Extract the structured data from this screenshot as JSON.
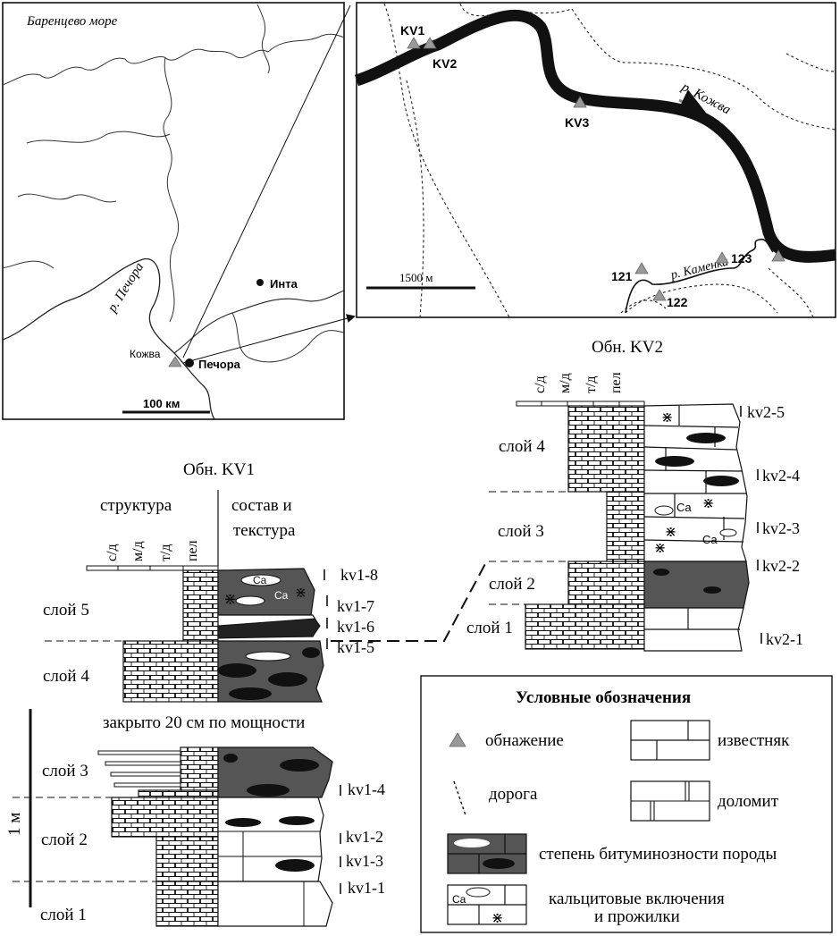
{
  "overview_map": {
    "sea_label": "Баренцево море",
    "river_label": "р. Печора",
    "city_inta": "Инта",
    "city_pechora": "Печора",
    "site_kozhva": "Кожва",
    "scale_label": "100 км"
  },
  "detail_map": {
    "sites": [
      "KV1",
      "KV2",
      "KV3",
      "121",
      "122",
      "123"
    ],
    "river_kozhva": "р. Кожва",
    "river_kamenka": "р. Каменка",
    "scale_label": "1500 м"
  },
  "section_kv2": {
    "title": "Обн. KV2",
    "structure_labels": [
      "с/д",
      "м/д",
      "т/д",
      "пел"
    ],
    "layers": [
      "слой 4",
      "слой 3",
      "слой 2",
      "слой 1"
    ],
    "samples": [
      "kv2-5",
      "kv2-4",
      "kv2-3",
      "kv2-2",
      "kv2-1"
    ],
    "ca_label": "Ca"
  },
  "section_kv1": {
    "title": "Обн. KV1",
    "structure_header": "структура",
    "composition_header_1": "состав и",
    "composition_header_2": "текстура",
    "structure_labels": [
      "с/д",
      "м/д",
      "т/д",
      "пел"
    ],
    "upper_layers": [
      "слой 5",
      "слой 4"
    ],
    "gap_note": "закрыто 20 см по мощности",
    "lower_layers": [
      "слой 3",
      "слой 2",
      "слой 1"
    ],
    "samples": [
      "kv1-8",
      "kv1-7",
      "kv1-6",
      "kv1-5",
      "kv1-4",
      "kv1-2",
      "kv1-3",
      "kv1-1"
    ],
    "ca_label": "Ca",
    "vertical_scale": "1 м"
  },
  "legend": {
    "title": "Условные обозначения",
    "items": [
      "обнажение",
      "известняк",
      "дорога",
      "доломит",
      "степень битуминозности породы",
      "кальцитовые включения",
      "и прожилки"
    ],
    "ca_label": "Ca"
  }
}
